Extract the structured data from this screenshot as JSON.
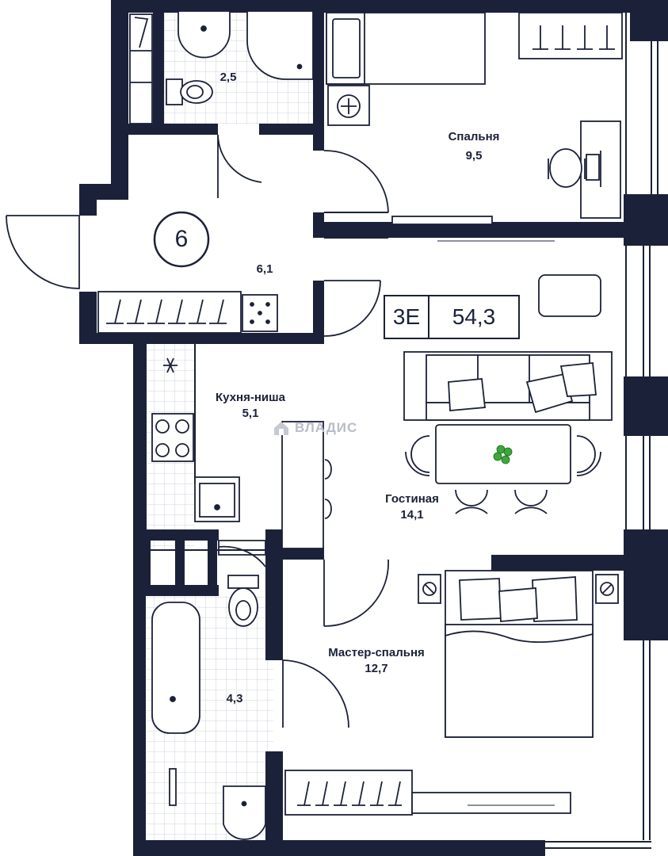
{
  "unit": {
    "number": "6",
    "type": "3Е",
    "total_area": "54,3"
  },
  "rooms": {
    "bathroom_small": {
      "area": "2,5"
    },
    "bedroom": {
      "name": "Спальня",
      "area": "9,5"
    },
    "hall": {
      "area": "6,1"
    },
    "kitchen": {
      "name": "Кухня-ниша",
      "area": "5,1"
    },
    "living": {
      "name": "Гостиная",
      "area": "14,1"
    },
    "bathroom_large": {
      "area": "4,3"
    },
    "master": {
      "name": "Мастер-спальня",
      "area": "12,7"
    }
  },
  "watermark": {
    "text": "ВЛАДИС",
    "icon": "house-logo-icon"
  },
  "colors": {
    "wall": "#1b2138",
    "line": "#1b2138",
    "plant": "#3aa83a",
    "watermark": "#b9bcc8"
  }
}
